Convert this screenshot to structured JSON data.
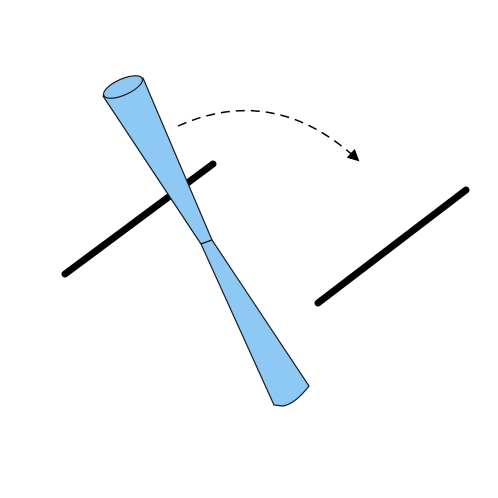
{
  "diagram": {
    "description_free": true,
    "colors": {
      "background": "#ffffff",
      "line": "#000000",
      "beam_fill": "#8ec8f5",
      "beam_stroke": "#1a1a1a",
      "arrow": "#000000"
    },
    "elements": {
      "left_line": "line",
      "right_line": "line",
      "beam": "focused-beam-cone",
      "arrow": "dashed-curved-arrow"
    }
  }
}
